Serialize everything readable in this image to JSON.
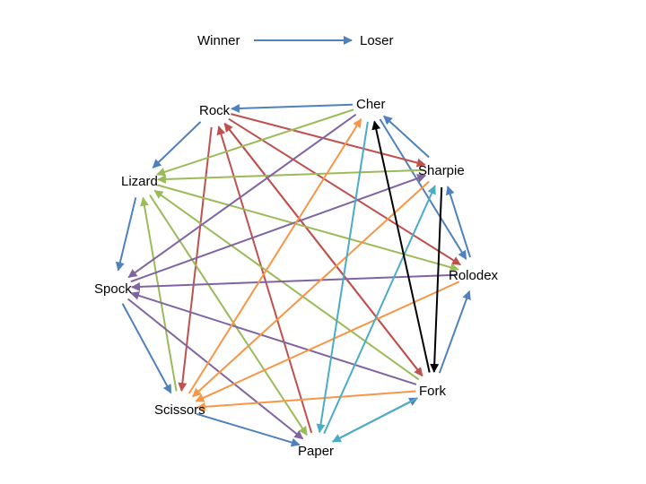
{
  "legend": {
    "winner_label": "Winner",
    "loser_label": "Loser",
    "arrow_color": "#4f81bd"
  },
  "colors": {
    "blue": "#4f81bd",
    "red": "#c0504d",
    "green": "#9bbb59",
    "purple": "#8064a2",
    "orange": "#f79646",
    "teal": "#4bacc6",
    "black": "#000000"
  },
  "nodes": [
    {
      "id": "rock",
      "label": "Rock"
    },
    {
      "id": "cher",
      "label": "Cher"
    },
    {
      "id": "sharpie",
      "label": "Sharpie"
    },
    {
      "id": "rolodex",
      "label": "Rolodex"
    },
    {
      "id": "fork",
      "label": "Fork"
    },
    {
      "id": "paper",
      "label": "Paper"
    },
    {
      "id": "scissors",
      "label": "Scissors"
    },
    {
      "id": "spock",
      "label": "Spock"
    },
    {
      "id": "lizard",
      "label": "Lizard"
    }
  ],
  "edges": [
    {
      "from": "cher",
      "to": "rock",
      "color": "blue"
    },
    {
      "from": "rock",
      "to": "lizard",
      "color": "blue"
    },
    {
      "from": "lizard",
      "to": "spock",
      "color": "blue"
    },
    {
      "from": "spock",
      "to": "scissors",
      "color": "blue"
    },
    {
      "from": "scissors",
      "to": "paper",
      "color": "blue"
    },
    {
      "from": "paper",
      "to": "fork",
      "color": "blue"
    },
    {
      "from": "fork",
      "to": "rolodex",
      "color": "blue"
    },
    {
      "from": "rolodex",
      "to": "sharpie",
      "color": "blue"
    },
    {
      "from": "sharpie",
      "to": "cher",
      "color": "blue"
    },
    {
      "from": "cher",
      "to": "rolodex",
      "color": "blue"
    },
    {
      "from": "rock",
      "to": "sharpie",
      "color": "red"
    },
    {
      "from": "rock",
      "to": "rolodex",
      "color": "red"
    },
    {
      "from": "rock",
      "to": "fork",
      "color": "red"
    },
    {
      "from": "rock",
      "to": "scissors",
      "color": "red"
    },
    {
      "from": "fork",
      "to": "rock",
      "color": "red"
    },
    {
      "from": "paper",
      "to": "rock",
      "color": "red"
    },
    {
      "from": "cher",
      "to": "lizard",
      "color": "green"
    },
    {
      "from": "sharpie",
      "to": "lizard",
      "color": "green"
    },
    {
      "from": "lizard",
      "to": "rolodex",
      "color": "green"
    },
    {
      "from": "lizard",
      "to": "paper",
      "color": "green"
    },
    {
      "from": "fork",
      "to": "lizard",
      "color": "green"
    },
    {
      "from": "scissors",
      "to": "lizard",
      "color": "green"
    },
    {
      "from": "cher",
      "to": "spock",
      "color": "purple"
    },
    {
      "from": "spock",
      "to": "sharpie",
      "color": "purple"
    },
    {
      "from": "rolodex",
      "to": "spock",
      "color": "purple"
    },
    {
      "from": "fork",
      "to": "spock",
      "color": "purple"
    },
    {
      "from": "spock",
      "to": "paper",
      "color": "purple"
    },
    {
      "from": "scissors",
      "to": "cher",
      "color": "orange"
    },
    {
      "from": "sharpie",
      "to": "scissors",
      "color": "orange"
    },
    {
      "from": "rolodex",
      "to": "scissors",
      "color": "orange"
    },
    {
      "from": "fork",
      "to": "scissors",
      "color": "orange"
    },
    {
      "from": "cher",
      "to": "paper",
      "color": "teal"
    },
    {
      "from": "paper",
      "to": "sharpie",
      "color": "teal"
    },
    {
      "from": "fork",
      "to": "paper",
      "color": "teal"
    },
    {
      "from": "fork",
      "to": "cher",
      "color": "black"
    },
    {
      "from": "sharpie",
      "to": "fork",
      "color": "black"
    }
  ]
}
